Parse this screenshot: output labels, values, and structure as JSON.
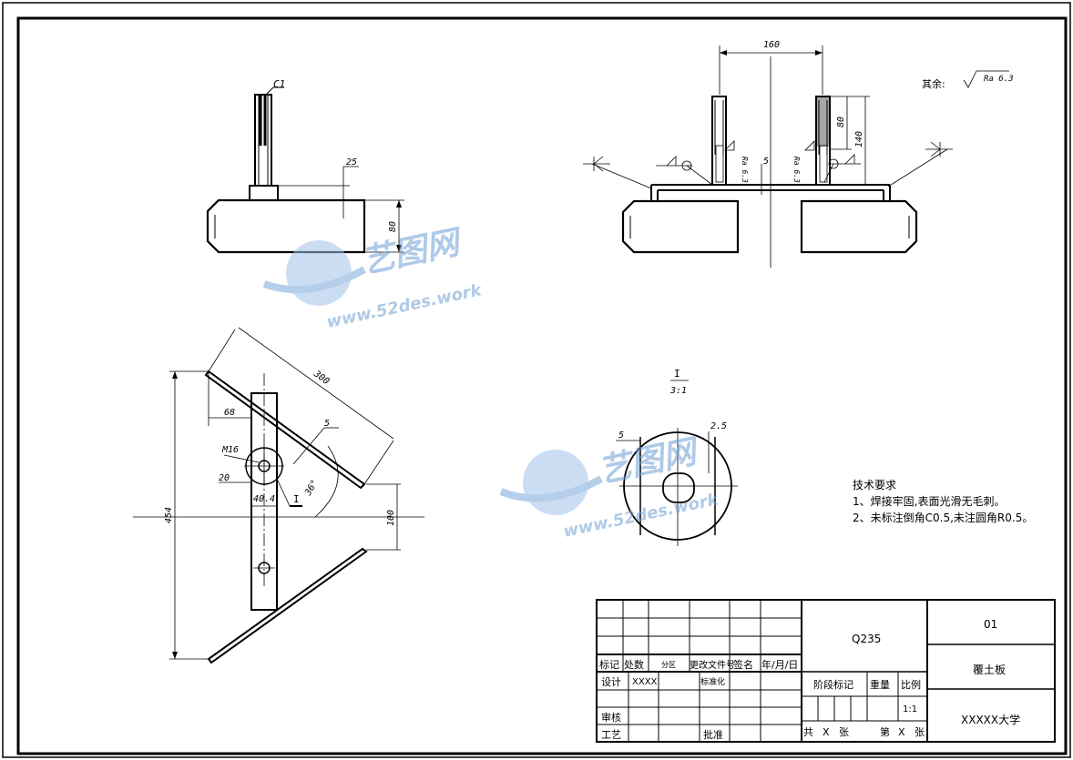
{
  "drawing": {
    "surface_note_prefix": "其余:",
    "surface_note_value": "Ra 6.3",
    "section_label": "I",
    "section_scale": "3:1",
    "detail_label": "I",
    "front_view": {
      "chamfer": "C1",
      "dim_25": "25",
      "dim_80": "80"
    },
    "side_view": {
      "dim_160": "160",
      "dim_80": "80",
      "dim_140": "140",
      "dim_5": "5",
      "ra_left": "Ra 6.3",
      "ra_right": "Ra 6.3"
    },
    "top_view": {
      "dim_300": "300",
      "dim_68": "68",
      "dim_5": "5",
      "thread": "M16",
      "dim_20": "20",
      "dim_404": "40.4",
      "angle": "36°",
      "dim_454": "454",
      "dim_100": "100"
    },
    "detail_view": {
      "dim_5": "5",
      "dim_25": "2.5"
    }
  },
  "tech_req": {
    "title": "技术要求",
    "line1": "1、焊接牢固,表面光滑无毛刺。",
    "line2": "2、未标注倒角C0.5,未注圆角R0.5。"
  },
  "title_block": {
    "material": "Q235",
    "drawing_no": "01",
    "part_name": "覆土板",
    "school": "XXXXX大学",
    "col_mark": "标记",
    "col_count": "处数",
    "col_zone": "分区",
    "col_doc": "更改文件号",
    "col_sign": "签名",
    "col_date": "年/月/日",
    "design": "设计",
    "designer": "XXXX",
    "standard": "标准化",
    "stage_mark": "阶段标记",
    "weight": "重量",
    "ratio": "比例",
    "review": "审核",
    "process": "工艺",
    "approve": "批准",
    "scale_value": "1:1",
    "total": "共",
    "sheets_x": "X",
    "zhang": "张",
    "page": "第",
    "page_x": "X",
    "page_zhang": "张"
  },
  "watermark": {
    "brand": "艺图网",
    "site": "www.52des.work"
  }
}
